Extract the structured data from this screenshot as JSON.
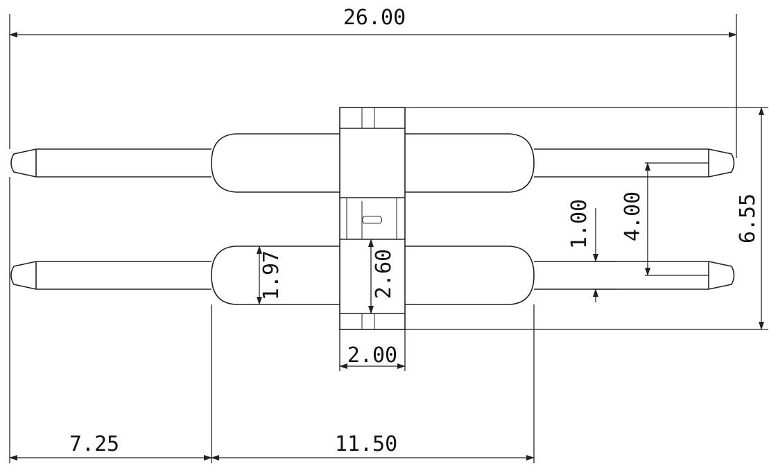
{
  "drawing": {
    "dimensions": {
      "overall_length": "26.00",
      "overall_height": "6.55",
      "pin_pitch": "4.00",
      "pin_tip_width": "1.00",
      "collar_diameter": "1.97",
      "housing_height": "2.60",
      "housing_width": "2.00",
      "left_pin_length": "7.25",
      "collar_length": "11.50"
    },
    "colors": {
      "line": "#222222",
      "background": "#ffffff"
    }
  }
}
